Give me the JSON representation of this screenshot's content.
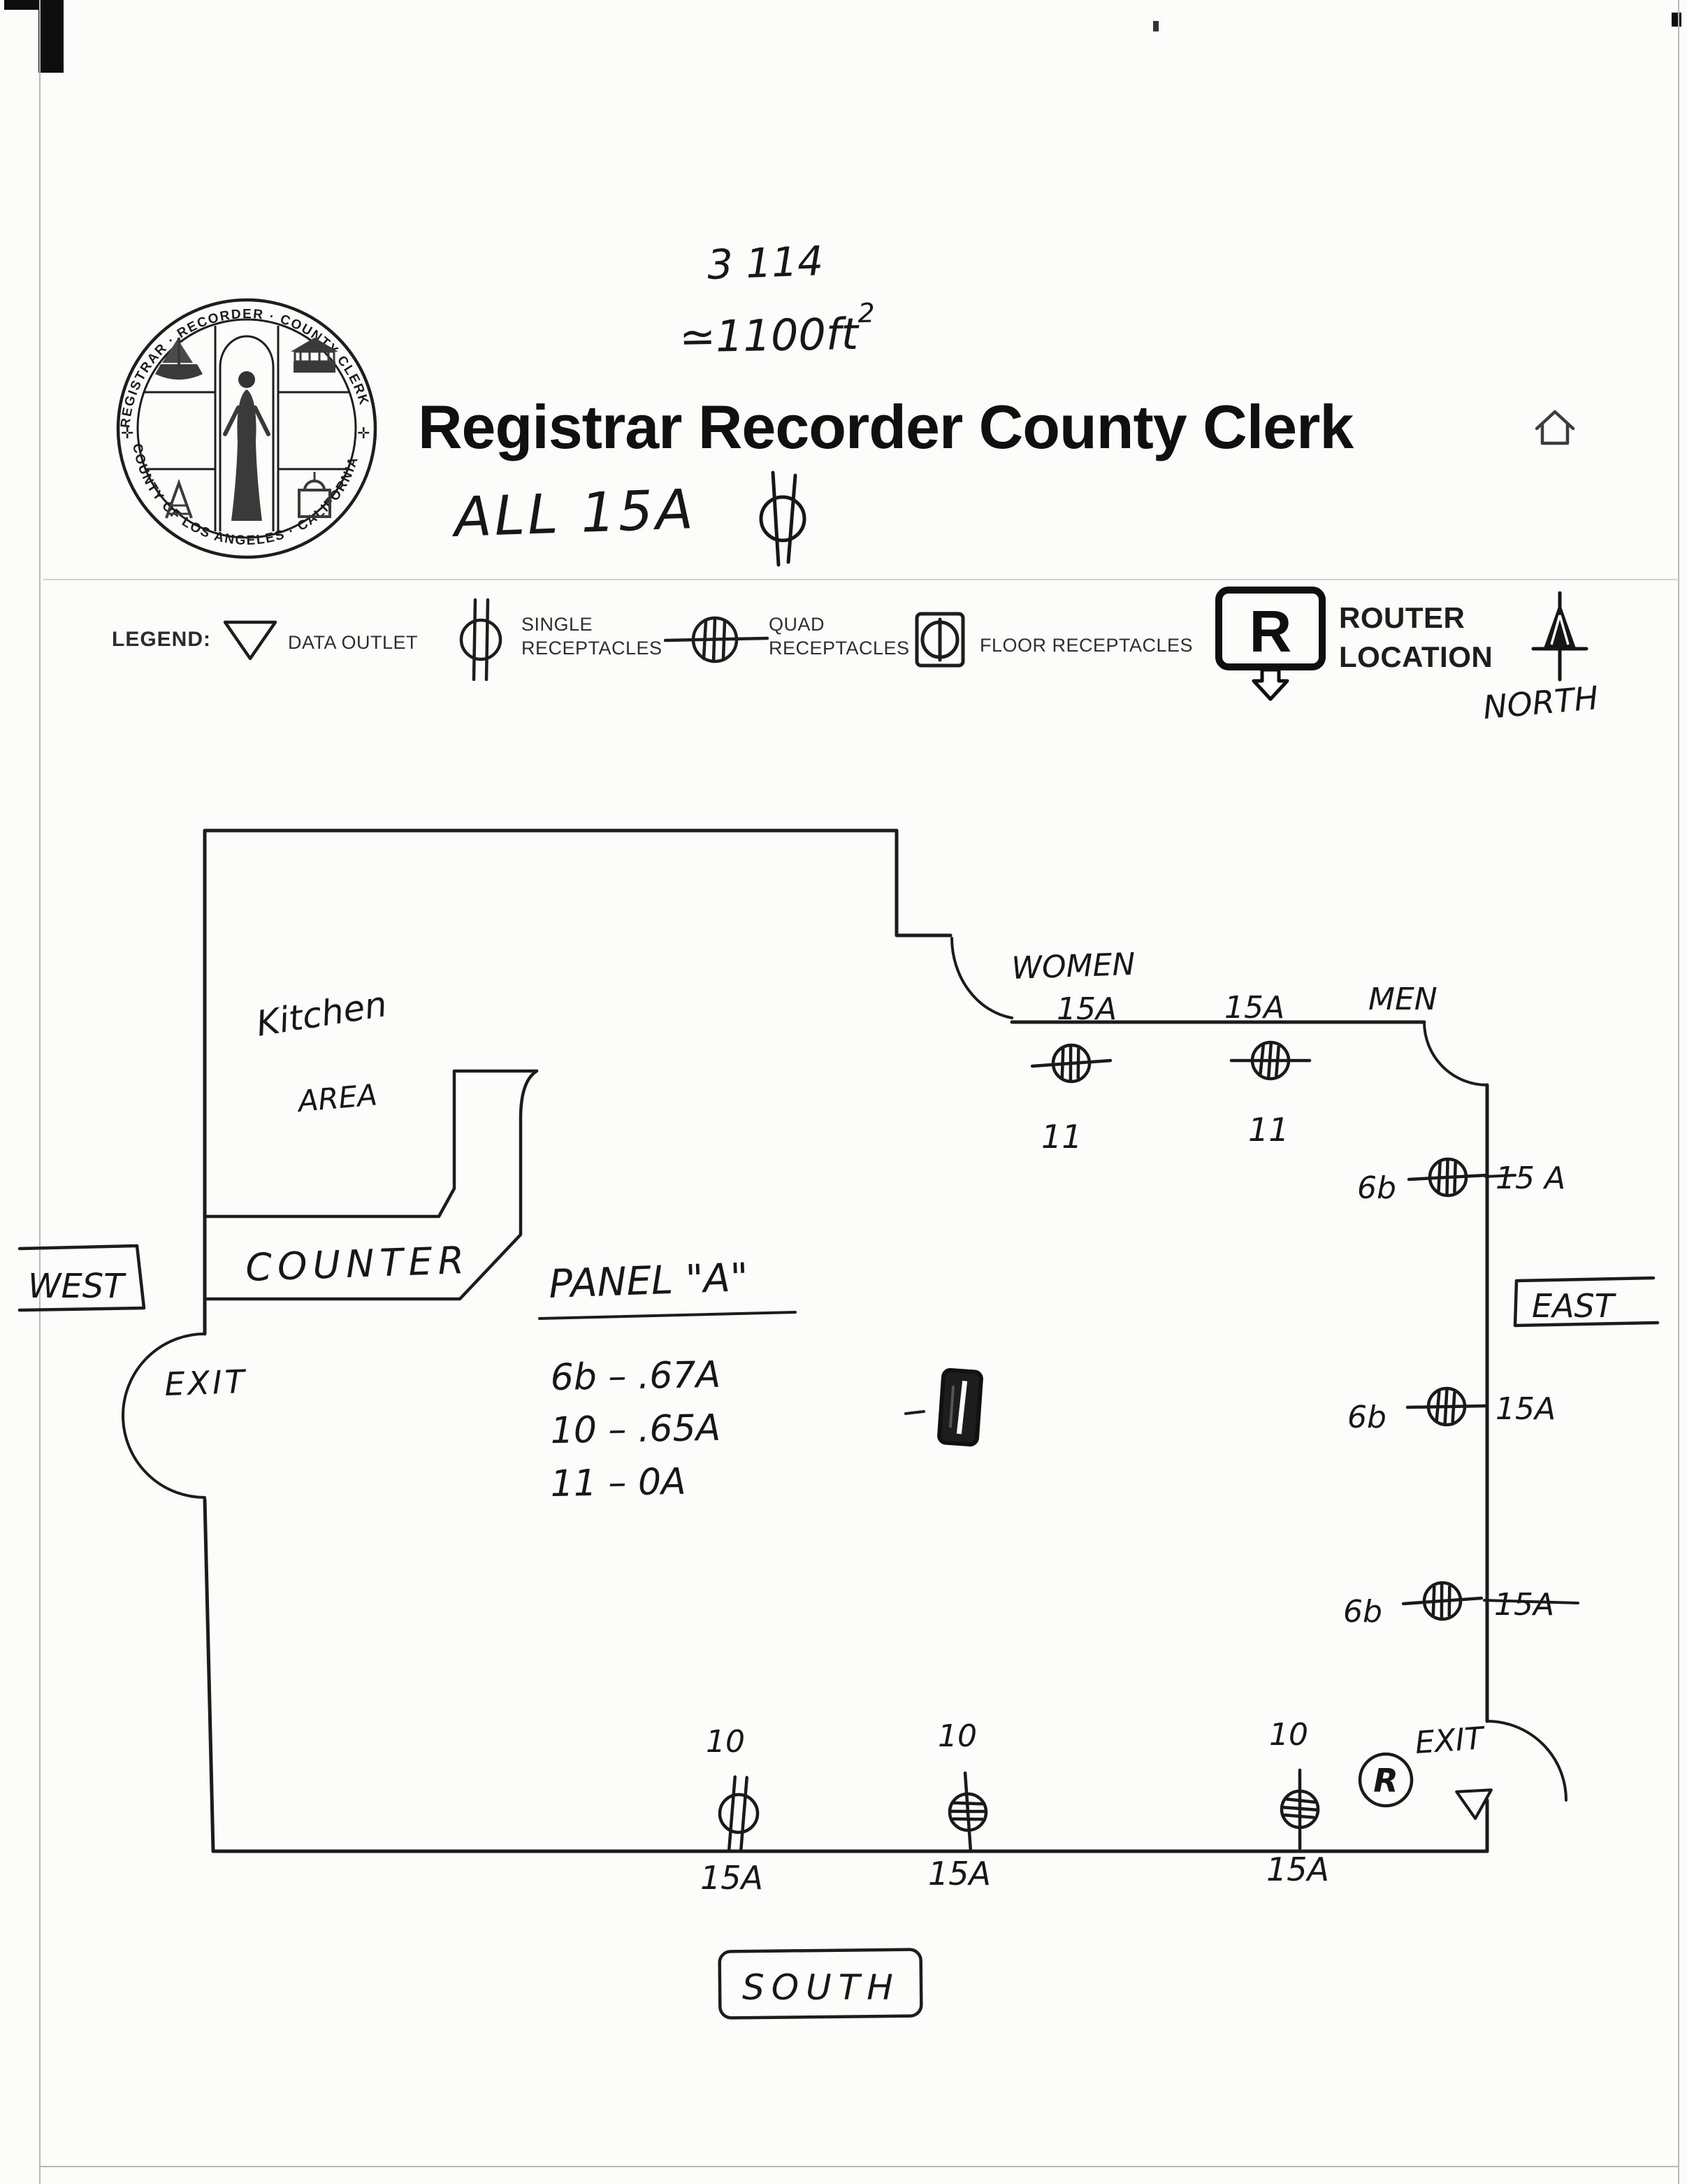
{
  "document": {
    "notes": {
      "room_number": "3 114",
      "area": "≃1100ft",
      "area_exponent": "2",
      "amps_note": "ALL 15A"
    },
    "header": {
      "title": "Registrar Recorder County Clerk"
    },
    "seal": {
      "ring_top": "REGISTRAR · RECORDER · COUNTY CLERK",
      "ring_bottom": "COUNTY OF LOS ANGELES · CALIFORNIA",
      "cross_left": "✛",
      "cross_right": "✛"
    },
    "legend": {
      "label": "LEGEND:",
      "data_outlet": "DATA OUTLET",
      "single_1": "SINGLE",
      "single_2": "RECEPTACLES",
      "quad_1": "QUAD",
      "quad_2": "RECEPTACLES",
      "floor": "FLOOR RECEPTACLES",
      "router_symbol": "R",
      "router_1": "ROUTER",
      "router_2": "LOCATION",
      "north_note": "NORTH"
    },
    "plan": {
      "kitchen_1": "Kitchen",
      "kitchen_2": "AREA",
      "counter": "COUNTER",
      "west": "WEST",
      "east": "EAST",
      "south": "SOUTH",
      "exit_west": "EXIT",
      "exit_southeast": "EXIT",
      "women": "WOMEN",
      "men": "MEN",
      "panel_title": "PANEL \"A\"",
      "panel_rows": [
        "6b – .67A",
        "10 – .65A",
        "11 –  0A"
      ],
      "router_label": "R",
      "top_receptacles": [
        {
          "amp": "15A",
          "circuit": "11"
        },
        {
          "amp": "15A",
          "circuit": "11"
        }
      ],
      "east_receptacles": [
        {
          "circuit": "6b",
          "amp": "15 A"
        },
        {
          "circuit": "6b",
          "amp": "15A"
        },
        {
          "circuit": "6b",
          "amp": "15A"
        }
      ],
      "south_receptacles": [
        {
          "circuit": "10",
          "amp": "15A"
        },
        {
          "circuit": "10",
          "amp": "15A"
        },
        {
          "circuit": "10",
          "amp": "15A"
        }
      ]
    }
  }
}
